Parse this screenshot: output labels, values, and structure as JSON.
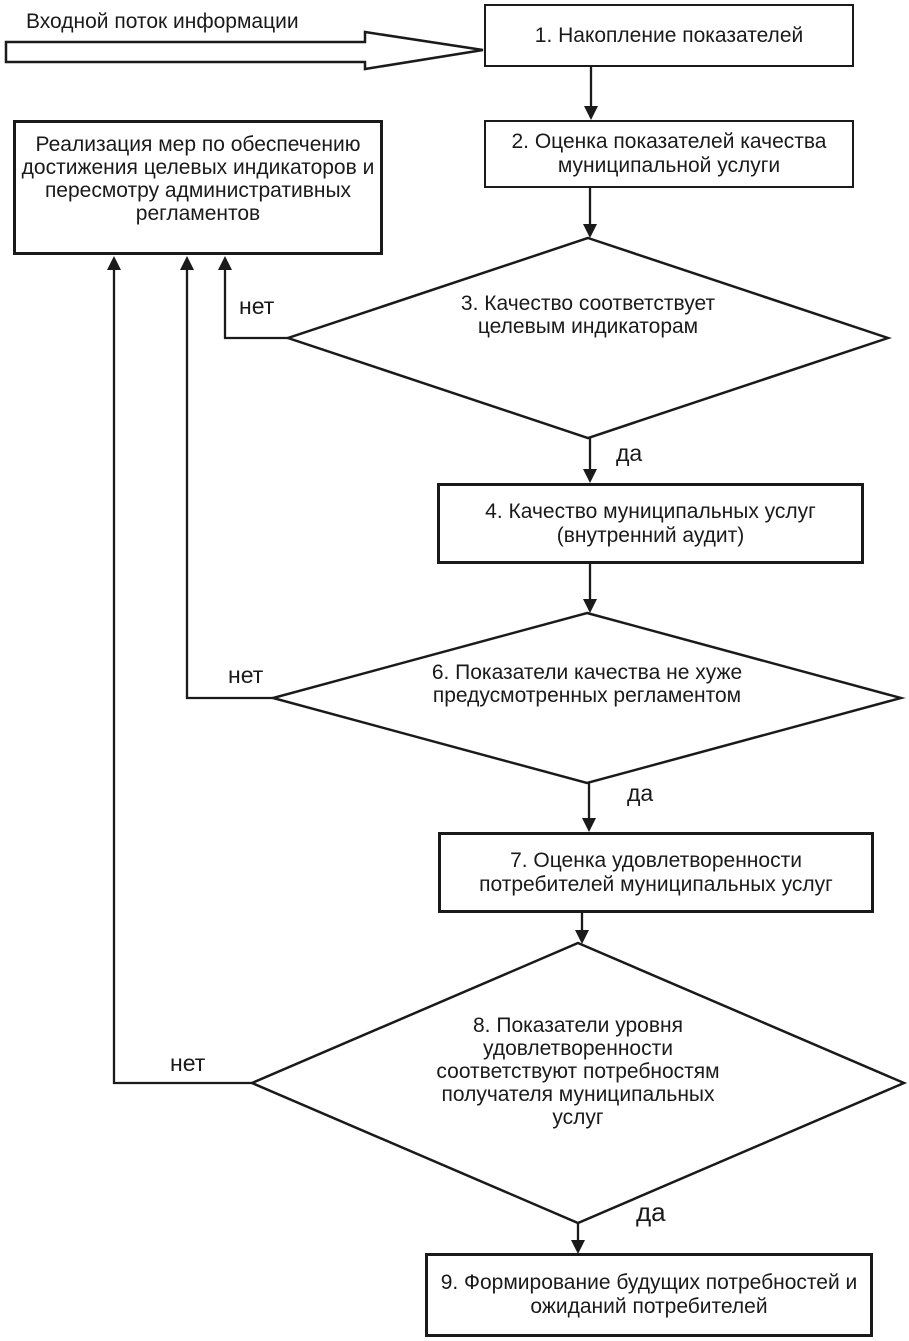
{
  "diagram": {
    "input_flow": {
      "label": "Входной поток информации"
    },
    "nodes": {
      "accumulation": {
        "label": "1. Накопление показателей"
      },
      "quality_assessment": {
        "label": "2. Оценка показателей качества\nмуниципальной услуги"
      },
      "decision_targets": {
        "label": "3. Качество соответствует\nцелевым индикаторам"
      },
      "internal_audit": {
        "label": "4. Качество муниципальных услуг\n(внутренний аудит)"
      },
      "decision_regulation": {
        "label": "6. Показатели качества не хуже\nпредусмотренных регламентом"
      },
      "satisfaction_assessment": {
        "label": "7. Оценка удовлетворенности\nпотребителей муниципальных услуг"
      },
      "decision_satisfaction": {
        "label": "8. Показатели уровня\nудовлетворенности\nсоответствуют потребностям\nполучателя муниципальных\nуслуг"
      },
      "future_needs": {
        "label": "9. Формирование будущих потребностей и\nожиданий потребителей"
      },
      "measures": {
        "label": "Реализация мер по обеспечению\nдостижения целевых индикаторов и\nпересмотру административных\nрегламентов"
      }
    },
    "edge_labels": {
      "yes1": "да",
      "yes2": "да",
      "yes3": "да",
      "no1": "нет",
      "no2": "нет",
      "no3": "нет"
    },
    "colors": {
      "line": "#1a1a1a",
      "background": "#ffffff",
      "text": "#1a1a1a"
    }
  }
}
